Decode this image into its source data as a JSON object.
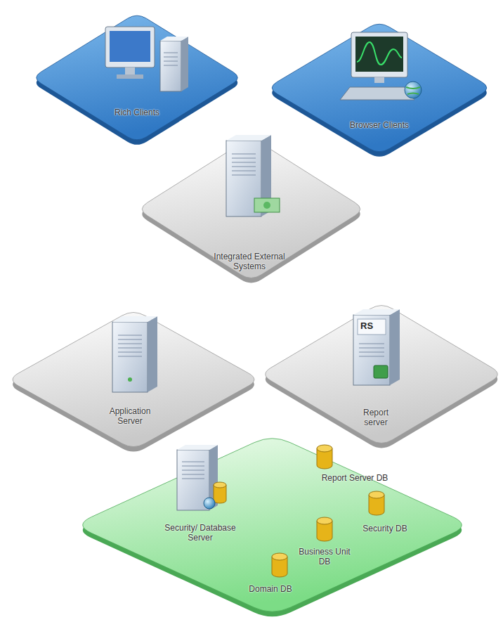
{
  "diagram": {
    "nodes": [
      {
        "text": [
          "Rich Clients"
        ]
      },
      {
        "text": [
          "Browser Clients"
        ]
      },
      {
        "text": [
          "Integrated External Systems"
        ]
      },
      {
        "text": [
          "Application Server"
        ]
      },
      {
        "text": [
          "Report server"
        ]
      },
      {
        "text": [
          "Security/ Database Server"
        ]
      },
      {
        "text": [
          "Report Server DB"
        ],
        "in": 5
      },
      {
        "text": [
          "Security DB"
        ],
        "in": 5
      },
      {
        "text": [
          "Business Unit DB"
        ],
        "in": 5
      },
      {
        "text": [
          "Domain DB"
        ],
        "in": 5
      }
    ],
    "labels": [
      "RS"
    ]
  }
}
